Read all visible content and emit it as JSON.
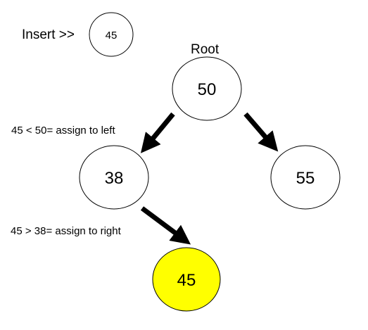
{
  "insert": {
    "label": "Insert >>",
    "value": "45"
  },
  "root_label": "Root",
  "nodes": [
    {
      "id": "n50",
      "value": "50",
      "fill": "#ffffff"
    },
    {
      "id": "n38",
      "value": "38",
      "fill": "#ffffff"
    },
    {
      "id": "n55",
      "value": "55",
      "fill": "#ffffff"
    },
    {
      "id": "n45",
      "value": "45",
      "fill": "#ffff00"
    }
  ],
  "edges": [
    {
      "from": "n50",
      "to": "n38"
    },
    {
      "from": "n50",
      "to": "n55"
    },
    {
      "from": "n38",
      "to": "n45"
    }
  ],
  "annotations": {
    "left_step": "45 < 50= assign to left",
    "right_step": "45 > 38= assign to right"
  },
  "colors": {
    "stroke": "#000000",
    "inserted_fill": "#ffff00",
    "node_fill": "#ffffff"
  }
}
